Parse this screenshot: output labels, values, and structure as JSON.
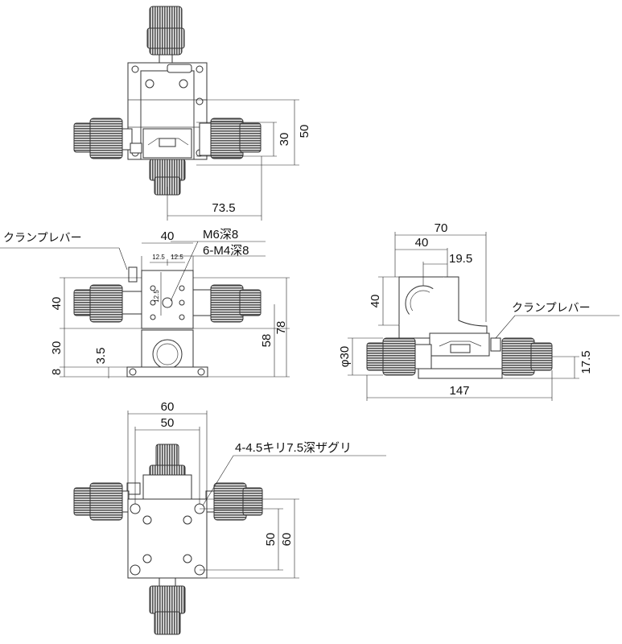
{
  "top_view": {
    "dim_30": "30",
    "dim_50": "50",
    "dim_73_5": "73.5"
  },
  "front_view": {
    "label_clamp_lever": "クランプレバー",
    "dim_40_top": "40",
    "note_m6": "M6深8",
    "note_m4": "6-M4深8",
    "dim_12_5_a": "12.5",
    "dim_12_5_b": "12.5",
    "dim_12_5_v": "12.5",
    "dim_40_left": "40",
    "dim_30_left": "30",
    "dim_3_5": "3.5",
    "dim_8": "8",
    "dim_58": "58",
    "dim_78": "78"
  },
  "side_view": {
    "dim_70": "70",
    "dim_40": "40",
    "dim_19_5": "19.5",
    "dim_40_left": "40",
    "label_clamp_lever": "クランプレバー",
    "dim_phi30": "φ30",
    "dim_17_5": "17.5",
    "dim_147": "147"
  },
  "bottom_view": {
    "dim_60": "60",
    "dim_50": "50",
    "note_holes": "4-4.5キリ7.5深ザグリ",
    "dim_50_v": "50",
    "dim_60_v": "60"
  }
}
